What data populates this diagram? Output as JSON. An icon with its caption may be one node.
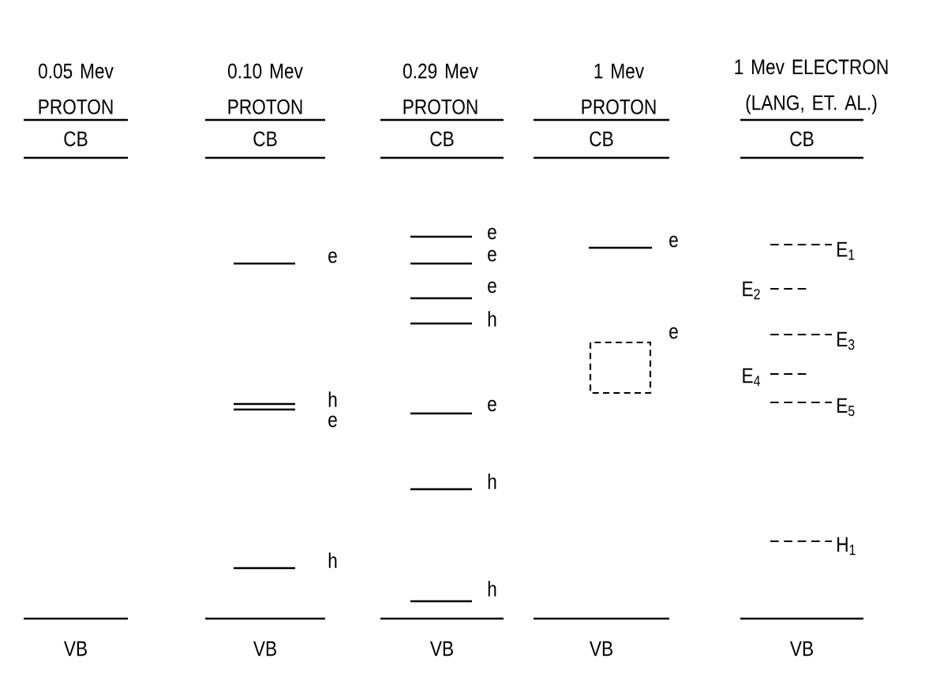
{
  "diagram": {
    "labels": [
      "0.05 Mev PROTON",
      "0.10 Mev PROTON",
      "0.29 Mev PROTON",
      "1 Mev PROTON",
      "1 Mev ELECTRON (LANG, ET. AL.)",
      "CB",
      "CB",
      "CB",
      "CB",
      "CB",
      "e",
      "h",
      "e",
      "h",
      "e",
      "e",
      "e",
      "h",
      "e",
      "h",
      "h",
      "e",
      "e",
      "E$_{1}$",
      "E$_{2}$",
      "E$_{3}$",
      "E$_{4}$",
      "E$_{5}$",
      "H$_{1}$",
      "VB",
      "VB",
      "VB",
      "VB",
      "VB"
    ]
  }
}
